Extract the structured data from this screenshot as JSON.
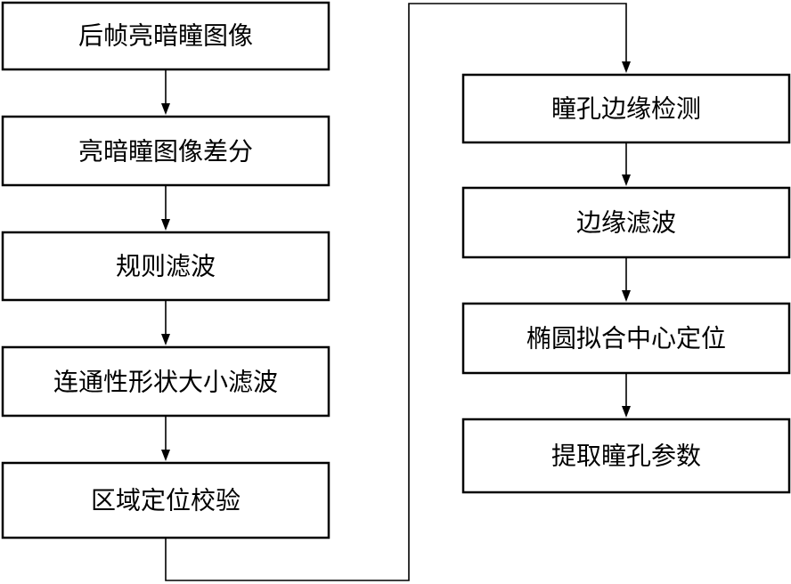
{
  "diagram": {
    "left_column": [
      {
        "id": "L1",
        "label": "后帧亮暗瞳图像"
      },
      {
        "id": "L2",
        "label": "亮暗瞳图像差分"
      },
      {
        "id": "L3",
        "label": "规则滤波"
      },
      {
        "id": "L4",
        "label": "连通性形状大小滤波"
      },
      {
        "id": "L5",
        "label": "区域定位校验"
      }
    ],
    "right_column": [
      {
        "id": "R1",
        "label": "瞳孔边缘检测"
      },
      {
        "id": "R2",
        "label": "边缘滤波"
      },
      {
        "id": "R3",
        "label": "椭圆拟合中心定位"
      },
      {
        "id": "R4",
        "label": "提取瞳孔参数"
      }
    ],
    "edges": [
      [
        "L1",
        "L2"
      ],
      [
        "L2",
        "L3"
      ],
      [
        "L3",
        "L4"
      ],
      [
        "L4",
        "L5"
      ],
      [
        "L5",
        "R1"
      ],
      [
        "R1",
        "R2"
      ],
      [
        "R2",
        "R3"
      ],
      [
        "R3",
        "R4"
      ]
    ]
  }
}
